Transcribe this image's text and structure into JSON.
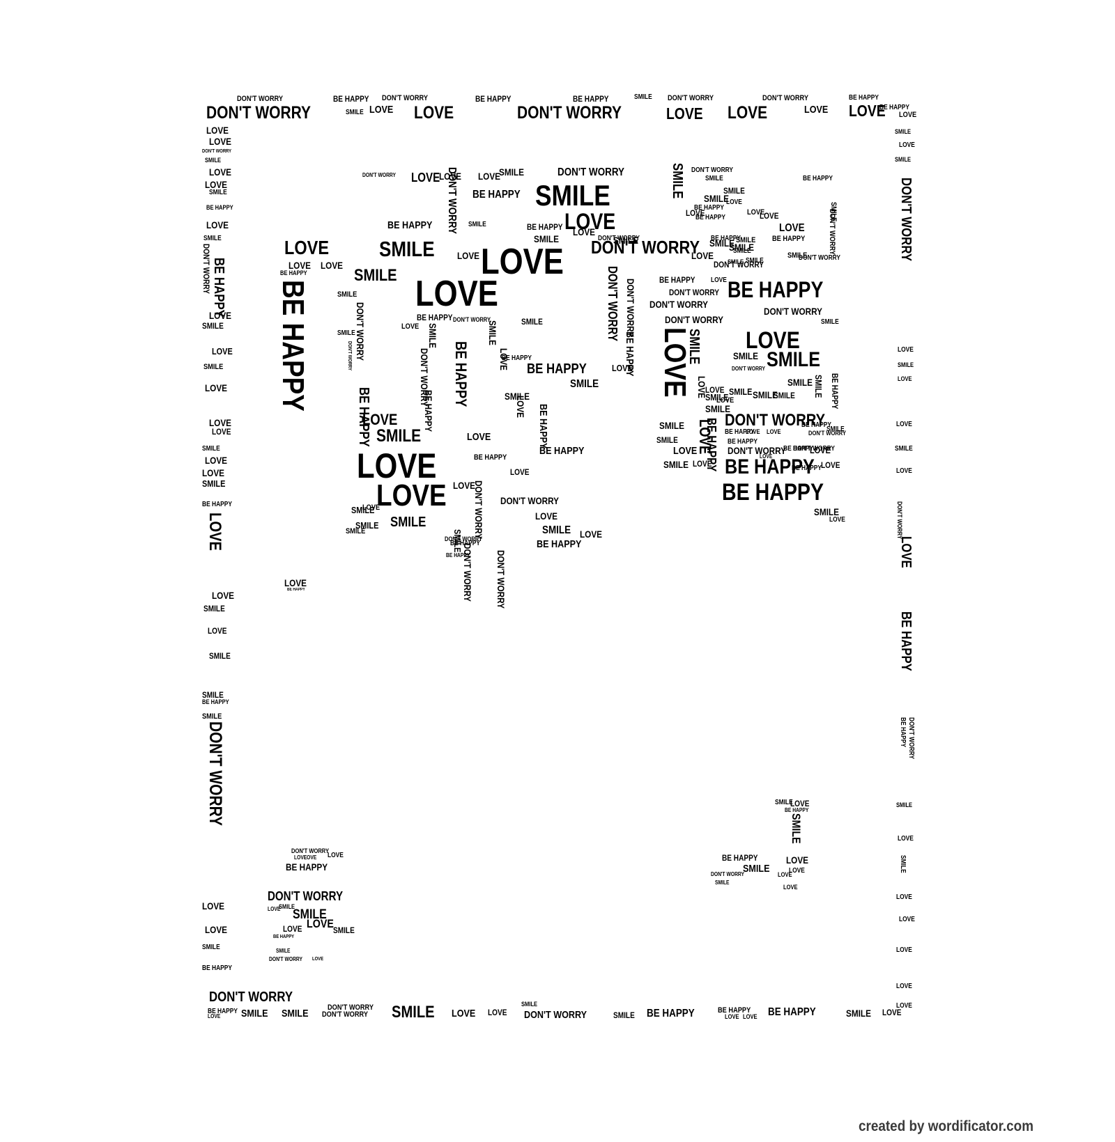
{
  "words": {
    "w1": "LOVE",
    "w2": "SMILE",
    "w3": "BE HAPPY",
    "w4": "DON'T WORRY"
  },
  "credit": "created by wordificator.com",
  "colors": {
    "background": "#ffffff",
    "ink": "#000000",
    "credit": "#3a3a3a"
  }
}
